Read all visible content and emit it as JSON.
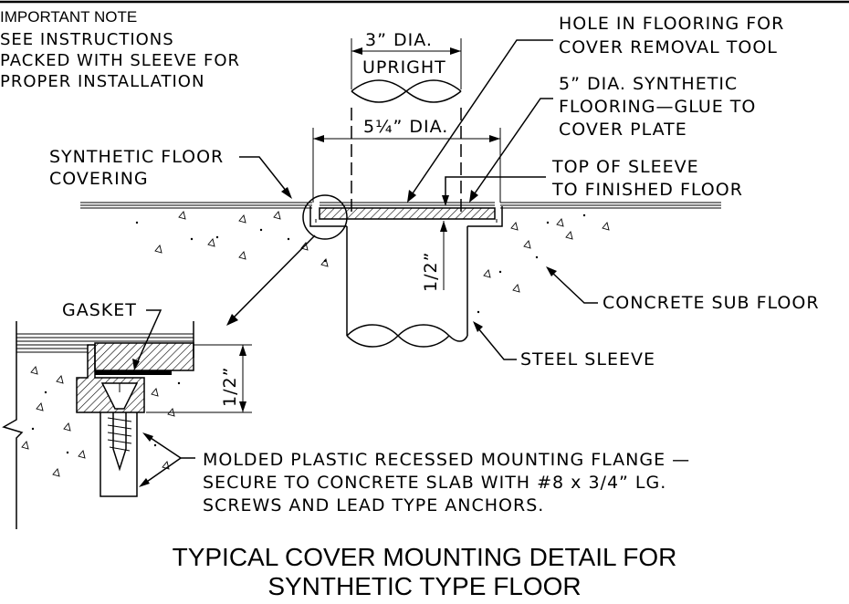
{
  "note": {
    "title": "IMPORTANT NOTE",
    "lines": [
      "SEE INSTRUCTIONS",
      "PACKED WITH SLEEVE FOR",
      "PROPER INSTALLATION"
    ]
  },
  "labels": {
    "dia3": "3” DIA.",
    "upright": "UPRIGHT",
    "dia5q": "5¼” DIA.",
    "hole": [
      "HOLE IN FLOORING FOR",
      "COVER REMOVAL TOOL"
    ],
    "synthetic5": [
      "5” DIA. SYNTHETIC",
      "FLOORING—GLUE TO",
      "COVER PLATE"
    ],
    "floor_covering": [
      "SYNTHETIC FLOOR",
      "COVERING"
    ],
    "top_sleeve": [
      "TOP OF SLEEVE",
      "TO FINISHED FLOOR"
    ],
    "half_inch": "1/2”",
    "half_inch_detail": "1/2”",
    "concrete": "CONCRETE SUB FLOOR",
    "gasket": "GASKET",
    "steel_sleeve": "STEEL SLEEVE",
    "flange": [
      "MOLDED PLASTIC RECESSED MOUNTING FLANGE —",
      "SECURE TO CONCRETE SLAB WITH #8 x 3/4” LG.",
      "SCREWS AND LEAD TYPE ANCHORS."
    ]
  },
  "title": [
    "TYPICAL COVER MOUNTING DETAIL FOR",
    "SYNTHETIC TYPE FLOOR"
  ]
}
